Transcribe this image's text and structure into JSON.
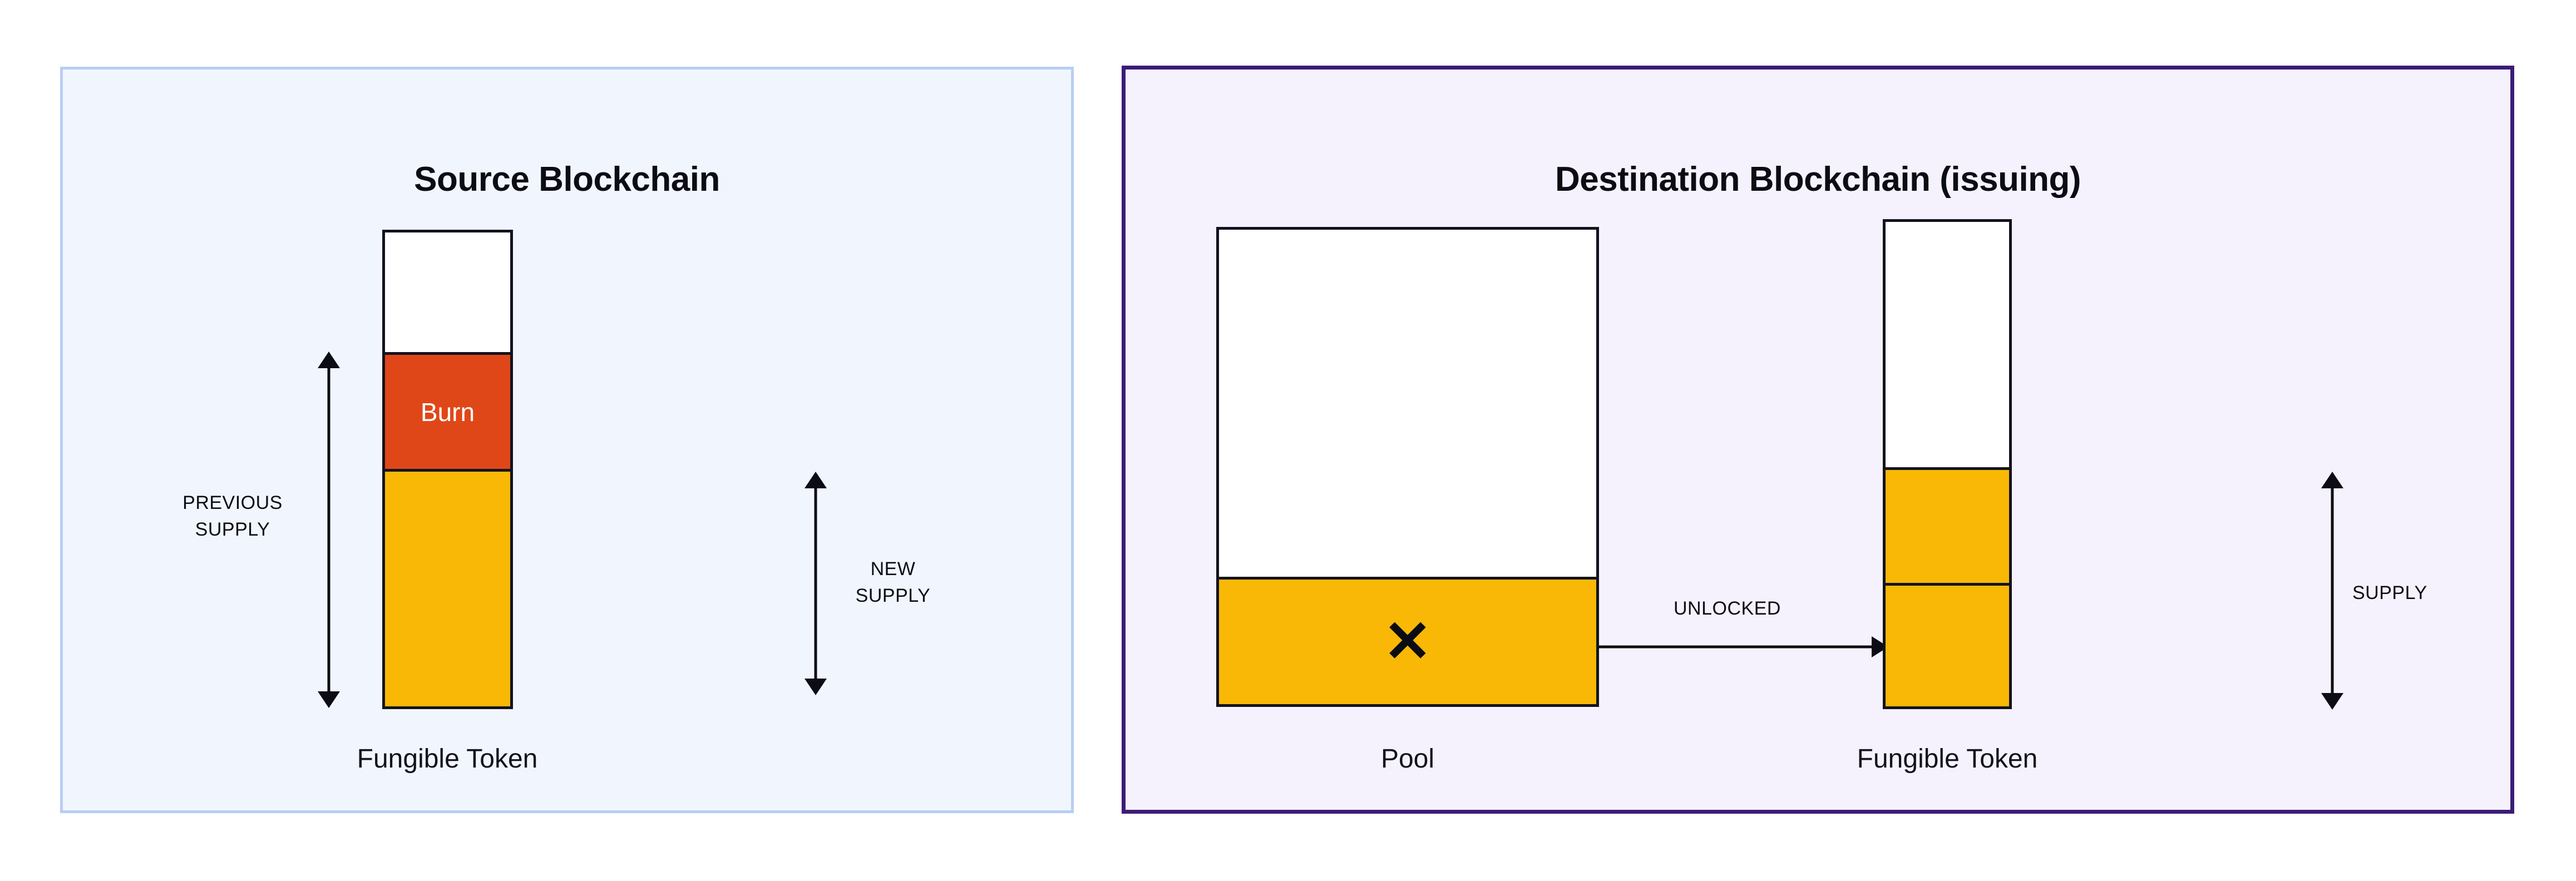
{
  "diagram": {
    "title_left": "Source Blockchain",
    "title_right": "Destination Blockchain (issuing)"
  },
  "source_panel": {
    "title": "Source Blockchain",
    "bar": {
      "caption": "Fungible Token",
      "segments": [
        {
          "name": "empty",
          "label": "",
          "color": "#ffffff"
        },
        {
          "name": "burn",
          "label": "Burn",
          "color": "#e04718"
        },
        {
          "name": "remaining",
          "label": "",
          "color": "#f8b805"
        }
      ]
    },
    "measures": [
      {
        "name": "previous-supply",
        "label": "PREVIOUS\nSUPPLY"
      },
      {
        "name": "new-supply",
        "label": "NEW\nSUPPLY"
      }
    ]
  },
  "destination_panel": {
    "title": "Destination Blockchain (issuing)",
    "pool_bar": {
      "caption": "Pool",
      "mark": "✕",
      "segments": [
        {
          "name": "empty",
          "label": "",
          "color": "#ffffff"
        },
        {
          "name": "pool-locked",
          "label": "",
          "color": "#f8b805"
        }
      ]
    },
    "token_bar": {
      "caption": "Fungible Token",
      "segments": [
        {
          "name": "empty",
          "label": "",
          "color": "#ffffff"
        },
        {
          "name": "existing-supply",
          "label": "",
          "color": "#f8b805"
        },
        {
          "name": "unlocked-supply",
          "label": "",
          "color": "#f8b805"
        }
      ]
    },
    "flow_arrow": {
      "name": "unlocked-arrow",
      "label": "UNLOCKED"
    },
    "measures": [
      {
        "name": "supply",
        "label": "SUPPLY"
      }
    ]
  },
  "colors": {
    "burn": "#e04718",
    "token": "#f8b805",
    "outline": "#13131f",
    "source_panel_bg": "#f1f6fe",
    "source_panel_border": "#b7cef5",
    "destination_panel_bg": "#f5f2fd",
    "destination_panel_border": "#3c1b78"
  }
}
